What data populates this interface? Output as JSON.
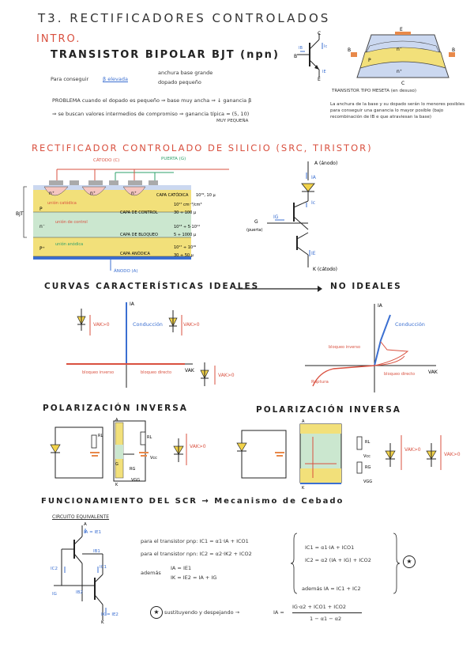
{
  "header": {
    "title": "T3. RECTIFICADORES CONTROLADOS",
    "intro": "INTRO.",
    "bjt_title": "TRANSISTOR BIPOLAR BJT (npn)"
  },
  "intro": {
    "conseguir": "Para conseguir",
    "beta": "β elevada",
    "base_ancha": "anchura base grande",
    "dopado": "dopado pequeño",
    "problema": "PROBLEMA cuando el dopado es pequeño ⇒ base muy ancha ⇒ ↓ ganancia β",
    "valores": "⇒ se buscan valores intermedios de compromiso ⇒ ganancia típica ≈ (5, 10)",
    "muy_pequena": "MUY PEQUEÑA",
    "mesa_caption": "TRANSISTOR TIPO MESETA (en desuso)",
    "mesa_note": "La anchura de la base y su dopado serán lo menores posibles para conseguir una ganancia lo mayor posible (bajo recombinación de IB e que atraviesan la base)",
    "t_labels": {
      "c": "C",
      "b": "B",
      "e": "E",
      "ib": "IB",
      "ic": "Ic",
      "ie": "IE"
    },
    "mesa_labels": {
      "e": "E",
      "b1": "B",
      "b2": "B",
      "c": "C",
      "p": "P",
      "n_minus": "n⁻",
      "n_plus": "n⁺"
    }
  },
  "scr": {
    "title": "RECTIFICADOR CONTROLADO DE SILICIO (SRC, TIRISTOR)",
    "catodo": "CÁTODO (C)",
    "puerta": "PUERTA (G)",
    "anodo": "ÁNODO (A)",
    "bjt": "BJT",
    "capa_catodica": "CAPA CATÓDICA",
    "capa_control": "CAPA DE CONTROL",
    "capa_bloqueo": "CAPA DE BLOQUEO",
    "capa_anodica": "CAPA ANÓDICA",
    "union_catodica": "unión catódica",
    "union_control": "unión de control",
    "union_anodica": "unión anódica",
    "dop1": "10¹⁹, 10 µ",
    "dop2a": "10¹⁷ cm⁻³/cm³",
    "dop2b": "30 ÷ 100 µ",
    "dop3a": "10¹³ ÷ 5·10¹⁴",
    "dop3b": "5 ÷ 1000 µ",
    "dop4a": "10¹⁷ ÷ 10¹⁹",
    "dop4b": "30 ÷ 50 µ",
    "layers": {
      "n_plus": "n⁺",
      "p": "P",
      "n_minus": "n⁻",
      "p_plus": "P⁺"
    },
    "sym": {
      "a": "A (ánodo)",
      "k": "K (cátodo)",
      "g": "G",
      "gp": "(puerta)",
      "ia": "IA",
      "ic": "Ic",
      "ig": "IG",
      "ie": "IE"
    }
  },
  "curves": {
    "title": "CURVAS CARACTERÍSTICAS IDEALES",
    "title2": "NO IDEALES",
    "ia": "IA",
    "vak": "VAK",
    "conduccion": "Conducción",
    "vak0a": "VAK>0",
    "vak0b": "VAK>0",
    "vak0c": "VAK>0",
    "bloqueo_inverso": "bloqueo inverso",
    "bloqueo_directo": "bloqueo directo",
    "ruptura": "Ruptura"
  },
  "polar": {
    "title1": "POLARIZACIÓN INVERSA",
    "title2": "POLARIZACIÓN INVERSA",
    "rl": "RL",
    "vcc": "Vcc",
    "vgg": "VGG",
    "rg": "RG",
    "vak": "VAK>0",
    "g": "G",
    "k": "K",
    "a": "A"
  },
  "func": {
    "title": "FUNCIONAMIENTO DEL SCR → Mecanismo de Cebado",
    "circuito": "CIRCUITO EQUIVALENTE",
    "pnp": "para el transistor pnp: IC1 = α1·IA + ICO1",
    "npn": "para el transistor npn: IC2 = α2·IK2 + ICO2",
    "ademas": "además",
    "ad1": "IA = IE1",
    "ad2": "IK = IE2 = IA + IG",
    "r1": "IC1 = α1·IA + ICO1",
    "r2": "IC2 = α2 (IA + IG) + ICO2",
    "r3": "además   IA = IC1 + IC2",
    "sust": "sustituyendo y despejando →",
    "ia_eq": "IA =",
    "num": "IG·α2 + ICO1 + ICO2",
    "den": "1 − α1 − α2",
    "star": "★",
    "lbl": {
      "a": "A",
      "k": "K",
      "ia": "IA = IE1",
      "ib1": "IB1",
      "ic1": "IC1",
      "ic2": "IC2",
      "ib2": "IB2",
      "ig": "IG",
      "ik": "IK = IE2"
    }
  }
}
